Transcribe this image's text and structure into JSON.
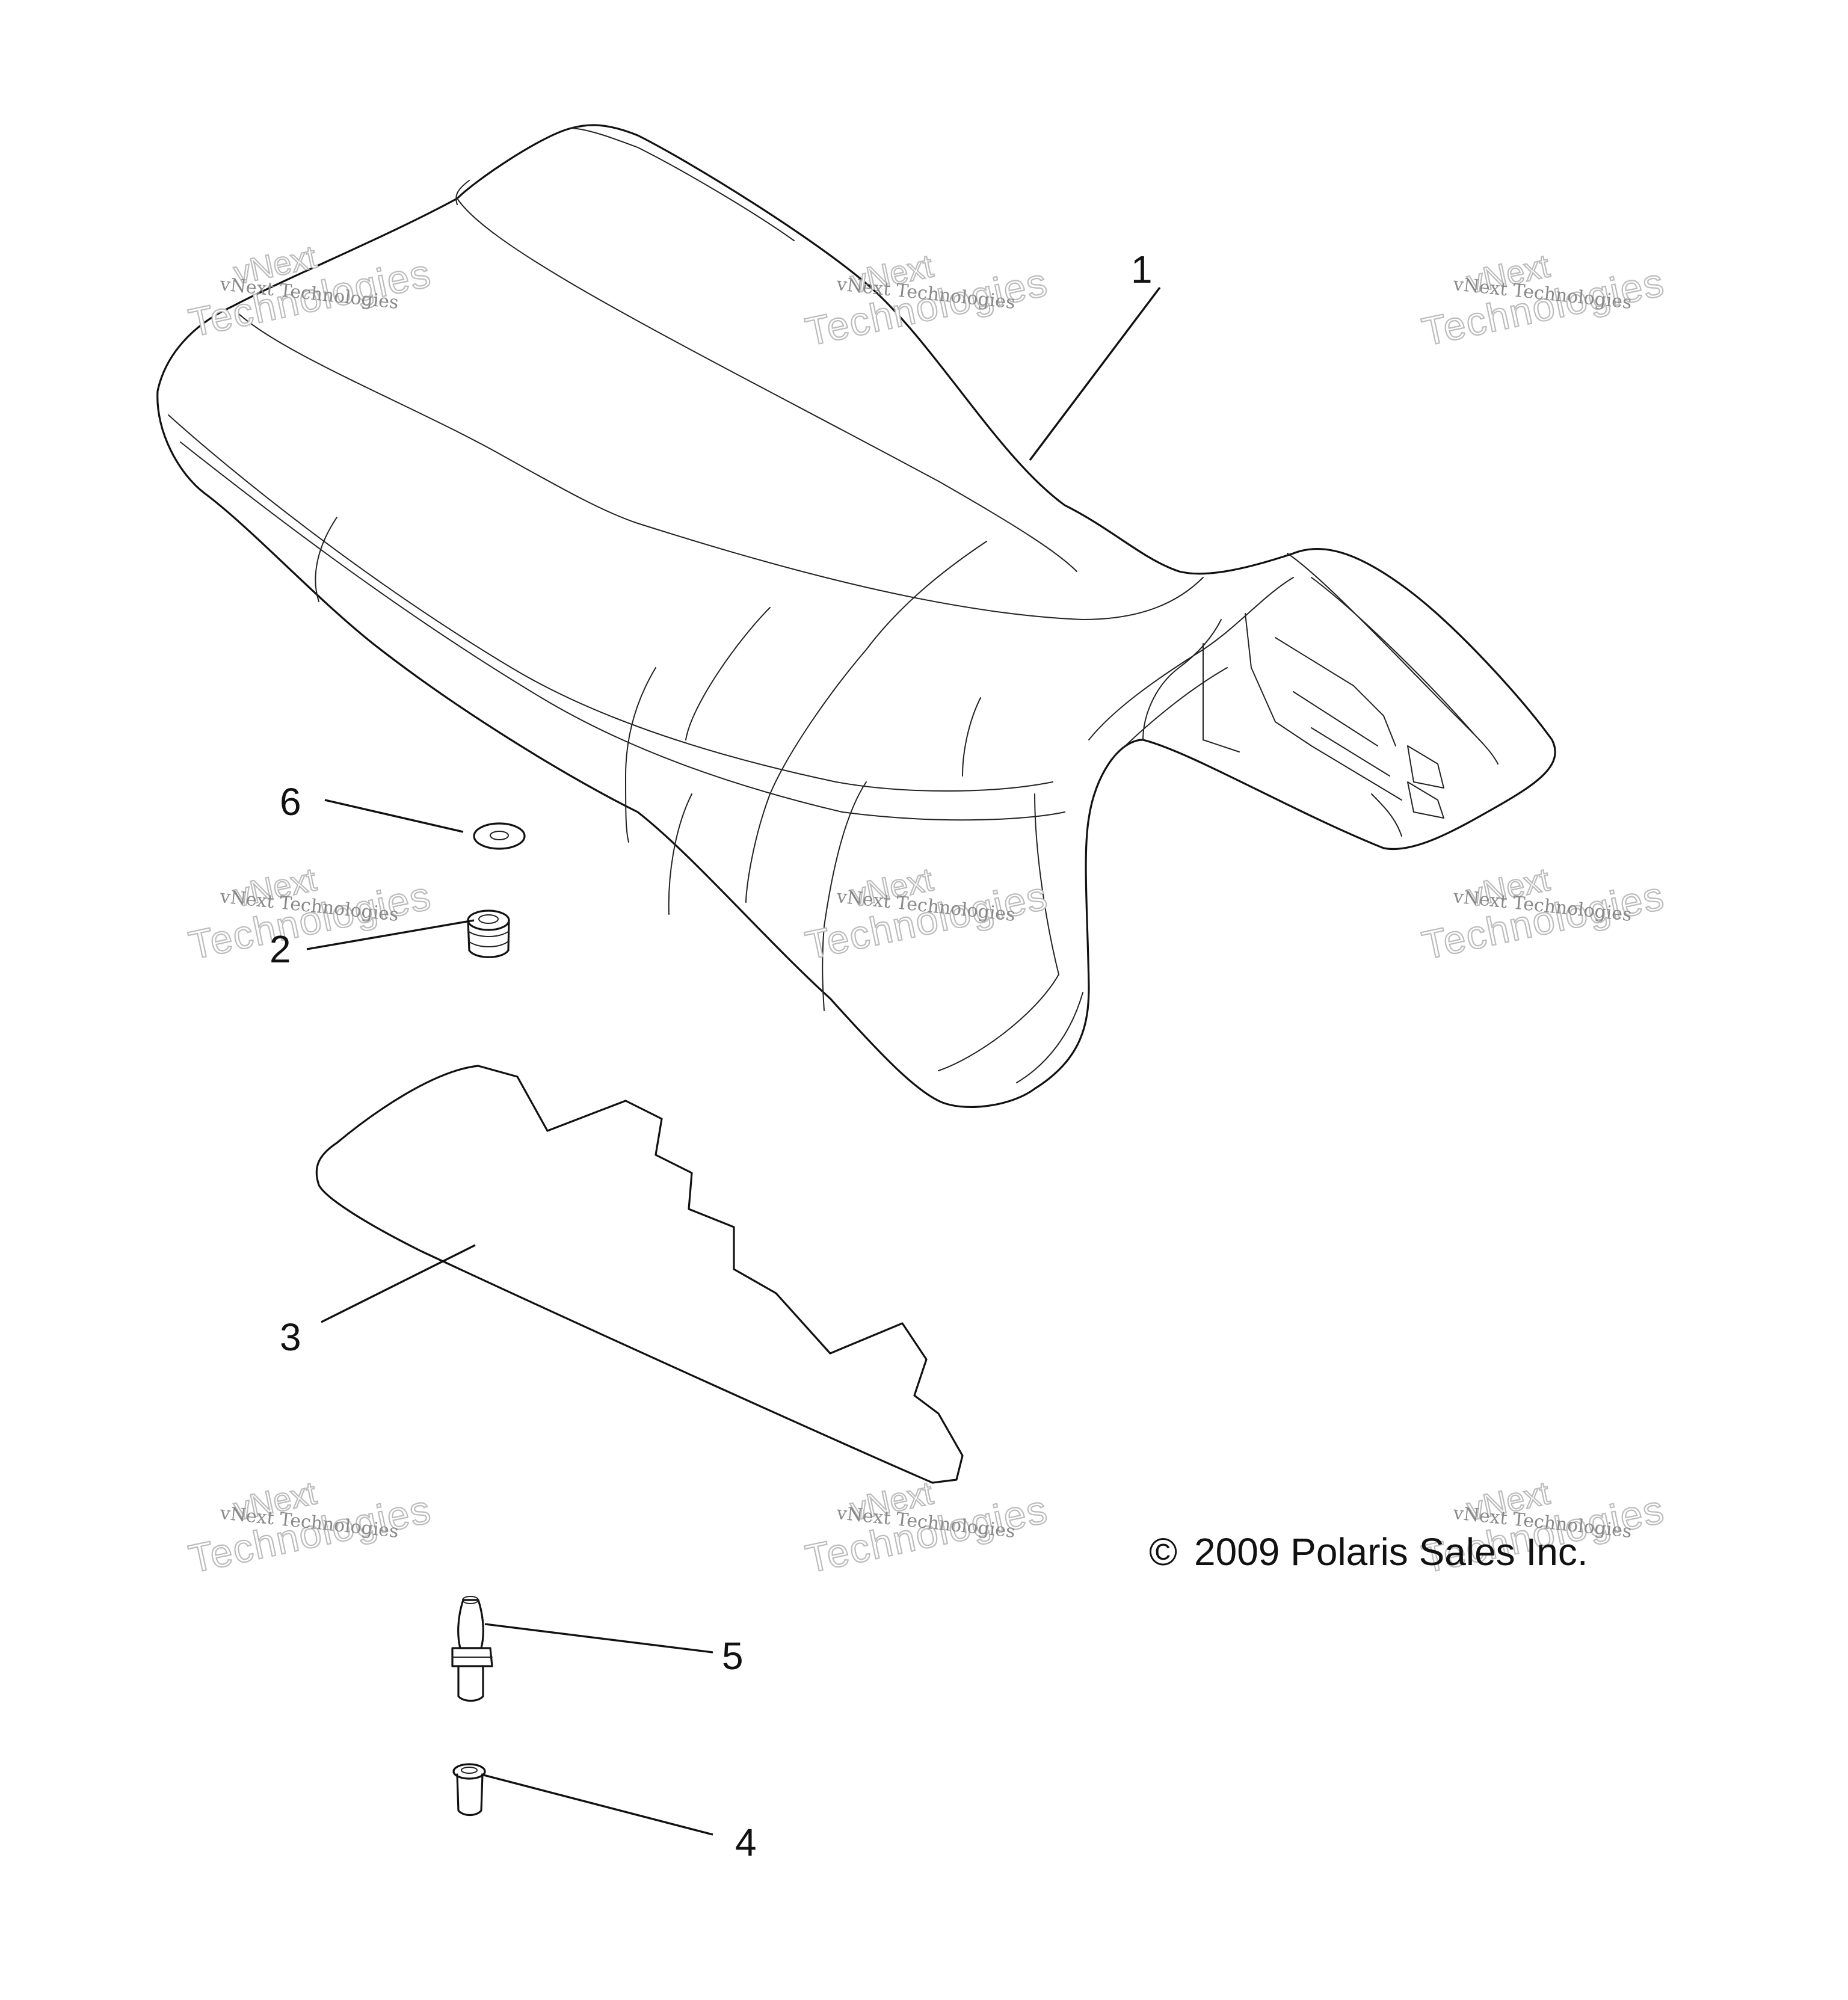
{
  "callouts": [
    {
      "id": "1",
      "label": "1"
    },
    {
      "id": "2",
      "label": "2"
    },
    {
      "id": "3",
      "label": "3"
    },
    {
      "id": "4",
      "label": "4"
    },
    {
      "id": "5",
      "label": "5"
    },
    {
      "id": "6",
      "label": "6"
    }
  ],
  "copyright": {
    "symbol": "©",
    "text": "2009 Polaris Sales Inc."
  },
  "watermark": {
    "line0": "vNext",
    "line1": "vNext Technologies",
    "line2": "Technologies"
  }
}
